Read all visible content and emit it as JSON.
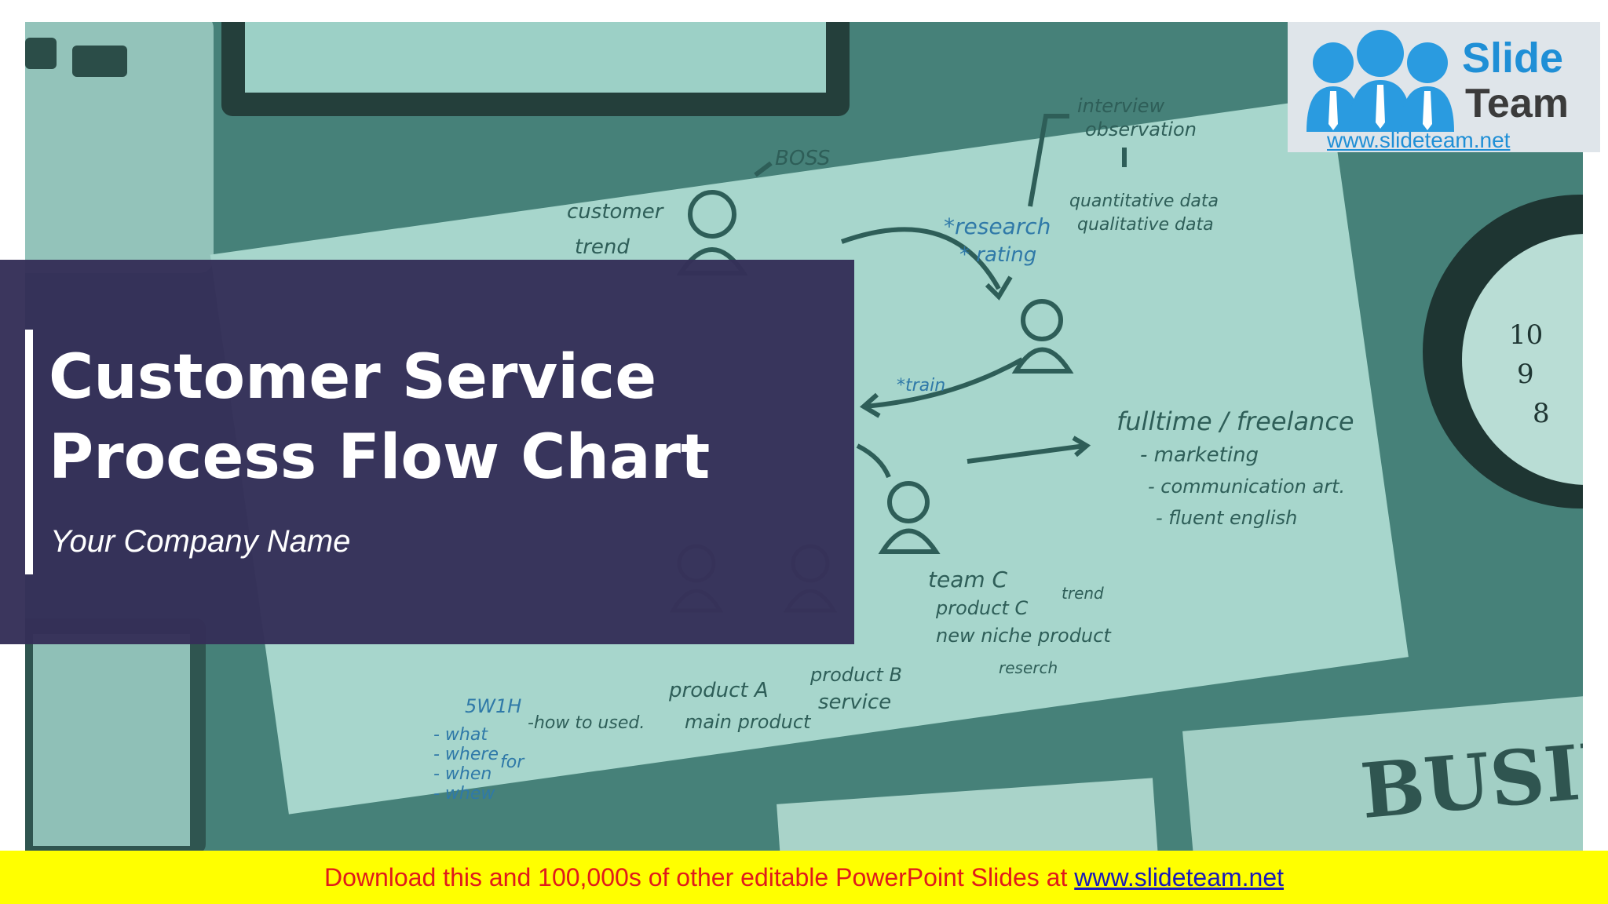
{
  "slide": {
    "title": "Customer Service Process Flow Chart",
    "subtitle": "Your Company Name"
  },
  "logo": {
    "word_top": "Slide",
    "word_bottom": "Team",
    "url": "www.slideteam.net"
  },
  "banner": {
    "text": "Download this and 100,000s of other editable PowerPoint Slides at ",
    "link": "www.slideteam.net"
  },
  "sketch": {
    "boss": "BOSS",
    "customer": "customer",
    "trend": "trend",
    "interview": "interview",
    "observation": "observation",
    "quantitative": "quantitative data",
    "qualitative": "qualitative data",
    "research": "*research",
    "rating": "* rating",
    "train": "*train",
    "fulltime": "fulltime / freelance",
    "marketing": "- marketing",
    "communication": "- communication art.",
    "english": "- fluent english",
    "team_c": "team C",
    "product_c": "product C",
    "niche": "new niche product",
    "trend_note": "trend",
    "research_note": "reserch",
    "product_a": "product A",
    "main_product": "main product",
    "product_b": "product B",
    "service": "service",
    "sw1h": "5W1H",
    "how_to": "-how to used.",
    "what": "- what",
    "where": "- where",
    "when": "- when",
    "whew": "- whew",
    "for": "for",
    "business": "BUSIN"
  },
  "colors": {
    "photo_tint": "#4f8a82",
    "paper": "#a7d6cc",
    "panel": "#352f58",
    "logo_blue": "#1f8fd6",
    "banner_yellow": "#ffff00",
    "banner_red": "#e01b1b",
    "banner_link": "#1a1ab8"
  }
}
